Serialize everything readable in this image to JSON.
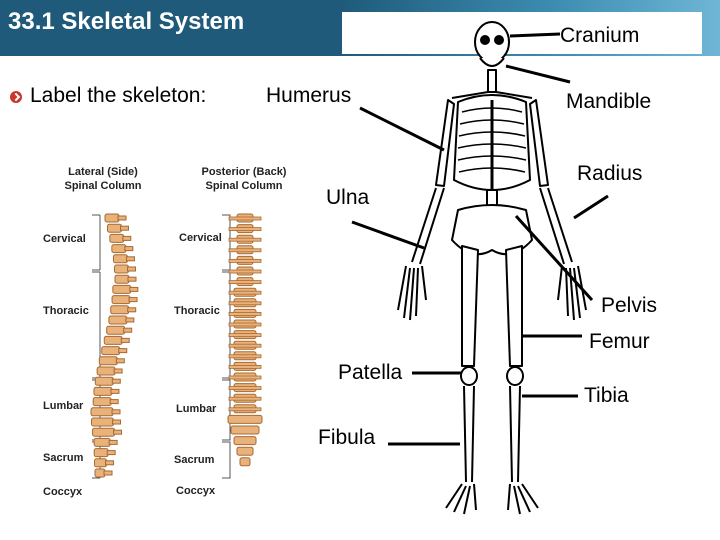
{
  "header": {
    "title": "33.1 Skeletal System",
    "box_label": "Cranium"
  },
  "prompt": {
    "text": "Label the skeleton:"
  },
  "labels": {
    "humerus": "Humerus",
    "mandible": "Mandible",
    "radius": "Radius",
    "ulna": "Ulna",
    "pelvis": "Pelvis",
    "femur": "Femur",
    "patella": "Patella",
    "tibia": "Tibia",
    "fibula": "Fibula"
  },
  "spine": {
    "lateral_title": [
      "Lateral (Side)",
      "Spinal Column"
    ],
    "posterior_title": [
      "Posterior (Back)",
      "Spinal Column"
    ],
    "regions": [
      "Cervical",
      "Thoracic",
      "Lumbar",
      "Sacrum",
      "Coccyx"
    ]
  },
  "colors": {
    "header": "#1f5a7a",
    "bullet": "#c8372d",
    "bone": "#e8b27a"
  }
}
